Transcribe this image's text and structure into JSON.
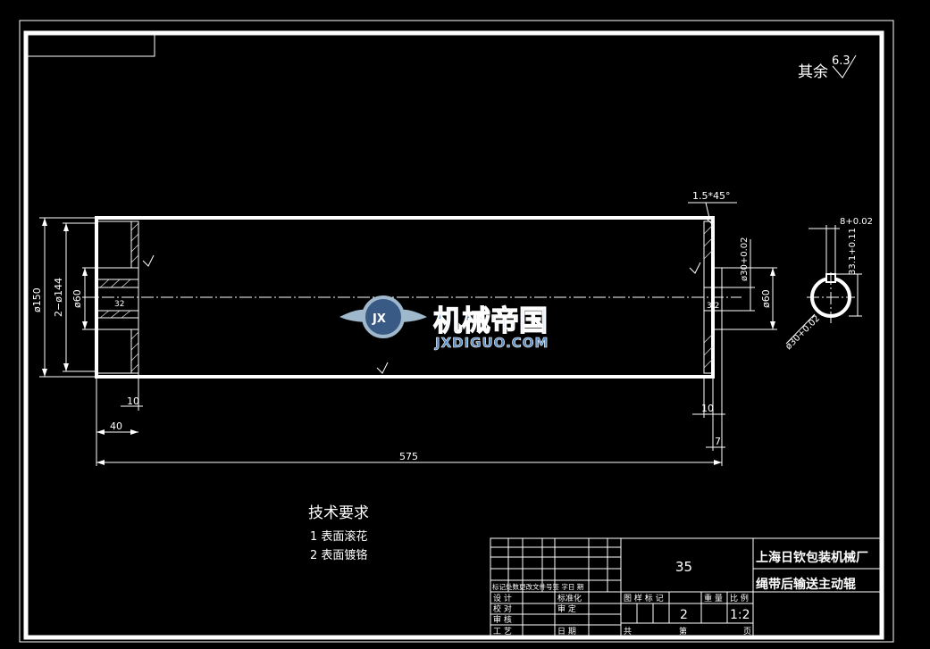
{
  "surface_finish": {
    "label": "其余",
    "value": "6.3"
  },
  "dimensions": {
    "chamfer": "1.5*45°",
    "d150": "ø150",
    "d144": "2−ø144",
    "d60_left": "ø60",
    "d30_right": "ø30+0.02",
    "d60_right": "ø60",
    "small_left": "32",
    "small_right": "3.2",
    "len_10_left": "10",
    "len_40": "40",
    "len_575": "575",
    "len_10_right": "10",
    "len_7": "7"
  },
  "section": {
    "key_width": "8+0.02",
    "depth": "33.1+0.11",
    "bore": "ø30+0.02"
  },
  "watermark": {
    "title": "机械帝国",
    "subtitle": "JXDIGUO.COM",
    "logo_mark": "JX"
  },
  "tech_requirements": {
    "title": "技术要求",
    "items": [
      "1  表面滚花",
      "2  表面镀铬"
    ]
  },
  "title_block": {
    "material": "35",
    "company": "上海日钦包装机械厂",
    "part_name": "绳带后输送主动辊",
    "quantity": "2",
    "scale": "1:2",
    "row_revision": "标记处数更改文件号签  字日 期",
    "design": "设  计",
    "standardize": "标准化",
    "check": "校  对",
    "review": "审  核",
    "approve": "审  定",
    "process": "工  艺",
    "date": "日  期",
    "stage_mark": "图 样 标 记",
    "weight": "重 量",
    "ratio": "比 例",
    "total": "共",
    "sheet": "第",
    "page": "页"
  }
}
